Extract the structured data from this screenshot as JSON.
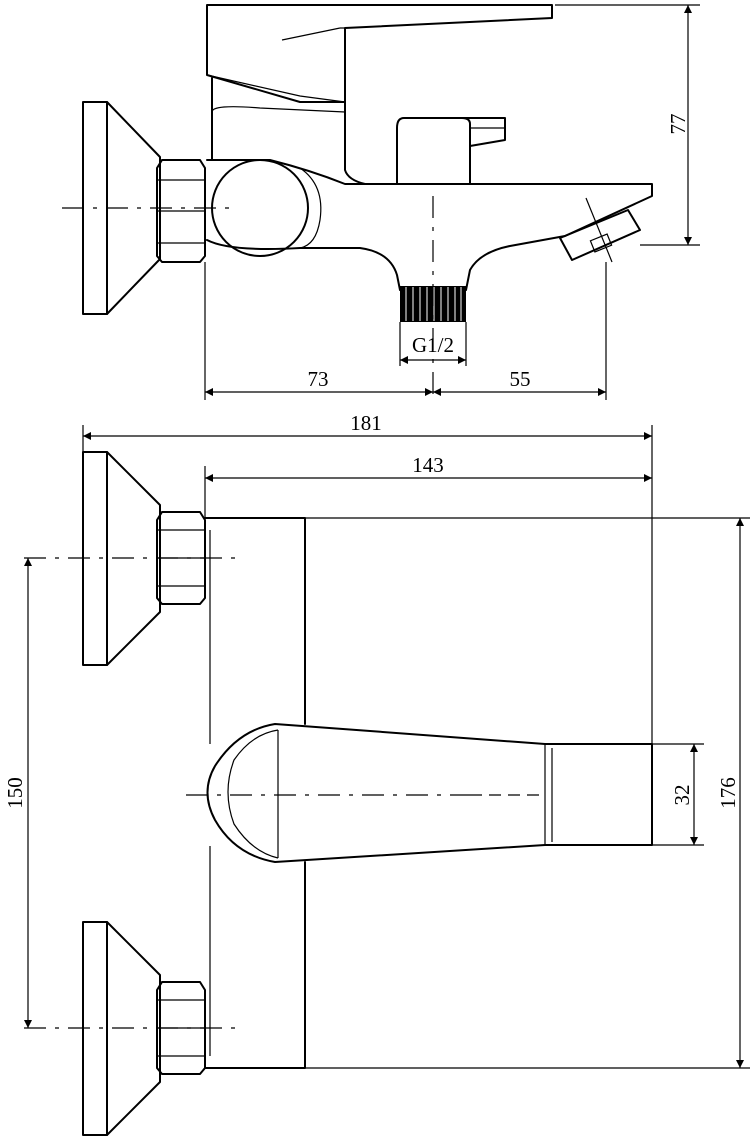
{
  "dimensions": {
    "spout_height": "77",
    "thread": "G1/2",
    "offset_left": "73",
    "offset_right": "55",
    "overall_width": "181",
    "body_width": "143",
    "center_distance": "150",
    "handle_width": "32",
    "body_height": "176"
  }
}
